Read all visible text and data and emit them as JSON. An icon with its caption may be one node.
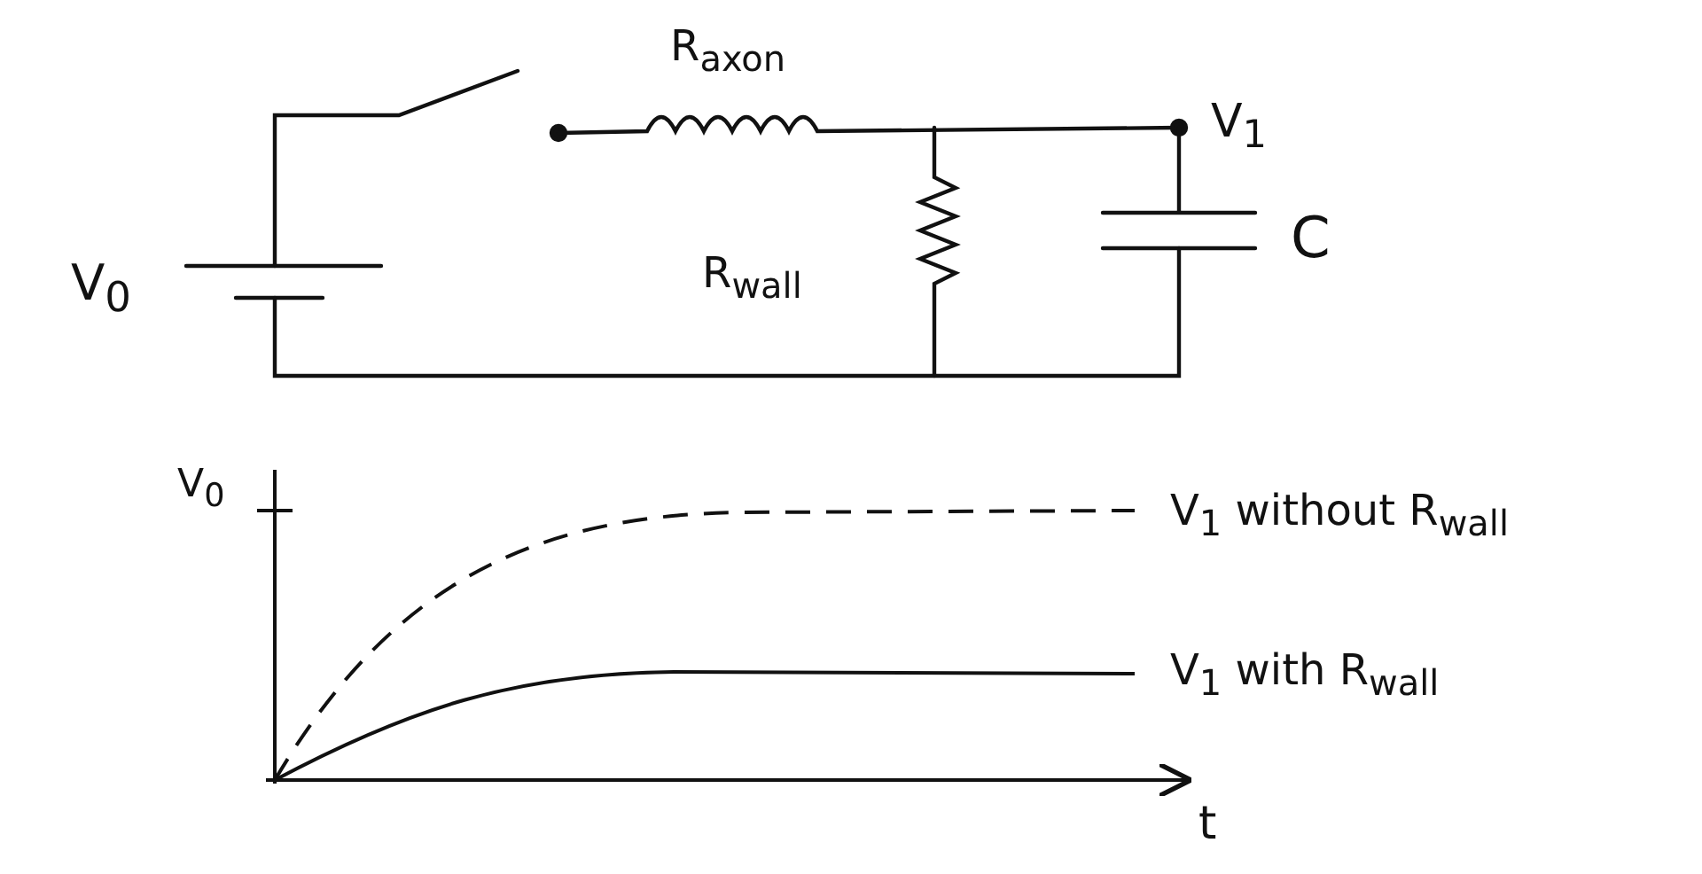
{
  "diagram": {
    "labels": [
      "R$_{axon}$",
      "V$_{1}$",
      "V$_{0}$",
      "R$_{wall}$",
      "C",
      "V$_{0}$",
      "V$_{1}$ without R$_{wall}$",
      "V$_{1}$ with R$_{wall}$",
      "t"
    ]
  }
}
